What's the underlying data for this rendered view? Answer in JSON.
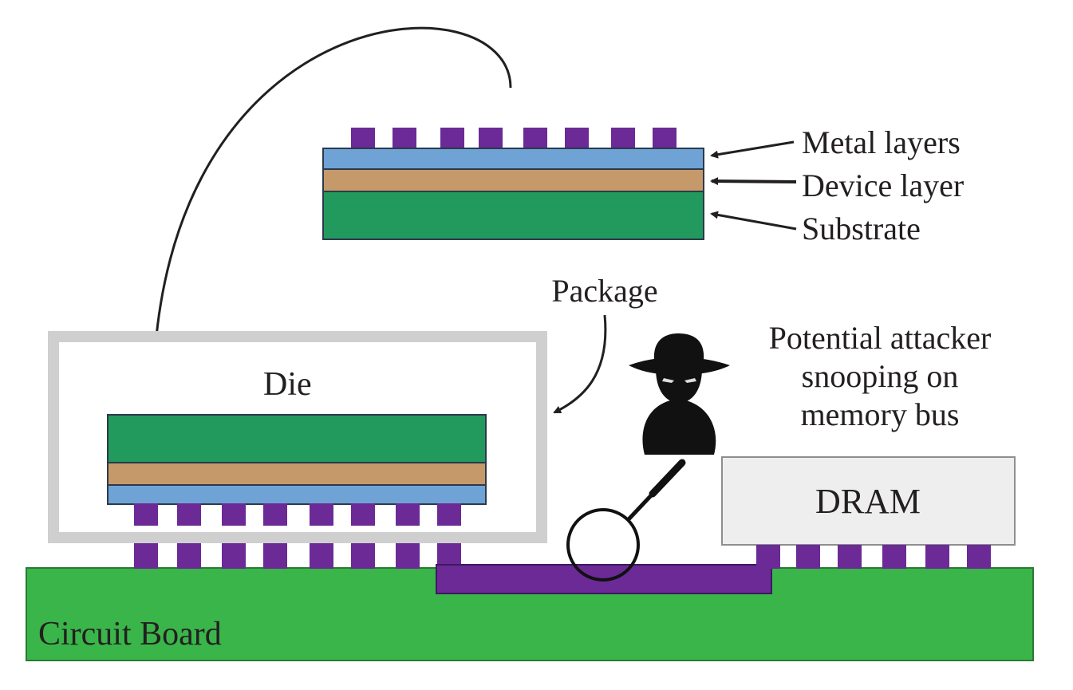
{
  "labels": {
    "metal_layers": "Metal layers",
    "device_layer": "Device layer",
    "substrate": "Substrate",
    "package": "Package",
    "die": "Die",
    "attacker_line1": "Potential attacker",
    "attacker_line2": "snooping on",
    "attacker_line3": "memory bus",
    "dram": "DRAM",
    "circuit_board": "Circuit Board"
  },
  "colors": {
    "metal": "#6fa3d6",
    "device": "#c6996a",
    "substrate": "#229a5e",
    "pins": "#6b2a96",
    "board": "#3ab54a",
    "package_border": "#cfcfcf",
    "dram_fill": "#eeeeee",
    "attacker": "#111111"
  },
  "icons": {
    "attacker": "spy-icon",
    "magnifier": "magnifying-glass-icon"
  }
}
